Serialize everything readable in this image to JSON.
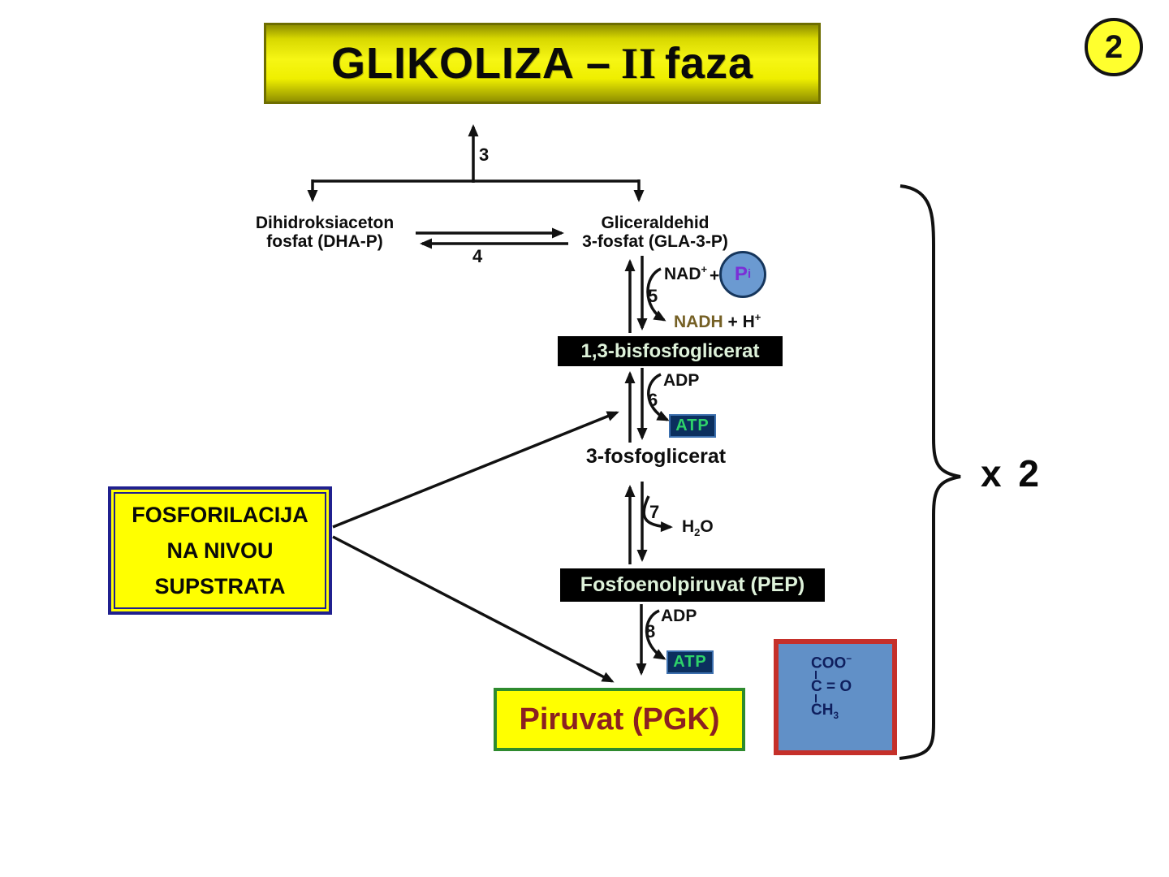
{
  "slide": {
    "title": {
      "part1": "GLIKOLIZA –",
      "roman": "II",
      "part2": "faza"
    },
    "page_badge": "2",
    "multiplier": "x 2"
  },
  "pathway": {
    "dhap": {
      "line1": "Dihidroksiaceton",
      "line2": "fosfat (DHA-P)"
    },
    "gla3p": {
      "line1": "Gliceraldehid",
      "line2": "3-fosfat (GLA-3-P)"
    },
    "bpg": "1,3-bisfosfoglicerat",
    "pg3": "3-fosfoglicerat",
    "pep": "Fosfoenolpiruvat (PEP)",
    "pyruvate": "Piruvat (PGK)"
  },
  "steps": {
    "triose_branch": "3",
    "isomerase": "4",
    "dehydrogenase": "5",
    "kinase1": "6",
    "enolase": "7",
    "kinase2": "8"
  },
  "cofactors": {
    "nad": {
      "base": "NAD",
      "sup": "+"
    },
    "plus": "+",
    "pi": {
      "p": "P",
      "i": "i"
    },
    "nadh": {
      "base": "NADH",
      "plus_h": " + H",
      "sup": "+"
    },
    "adp_step6": "ADP",
    "atp_step6": "ATP",
    "water": {
      "h": "H",
      "sub": "2",
      "o": "O"
    },
    "adp_step8": "ADP",
    "atp_step8": "ATP"
  },
  "callout": {
    "line1": "FOSFORILACIJA",
    "line2": "NA NIVOU",
    "line3": "SUPSTRATA"
  },
  "pyruvate_structure": {
    "coo": "COO",
    "minus": "−",
    "carbonyl": "C",
    "double_bond": "=",
    "oxygen": "O",
    "methyl": "CH",
    "methyl_sub": "3"
  },
  "colors": {
    "banner_yellow": "#efef00",
    "atp_chip_navy": "#0b2f5e",
    "atp_green": "#2ed36a",
    "pi_purple": "#7b2fd6",
    "pi_circle_blue": "#6b9ad1",
    "nadh_olive": "#756025",
    "pyruvate_red": "#8b2121",
    "pyruvate_border_green": "#2e8b2e",
    "structure_box_blue": "#6190c7",
    "structure_border_red": "#c5302a",
    "callout_border_navy": "#20208f",
    "blackbox_text": "#def2da"
  }
}
